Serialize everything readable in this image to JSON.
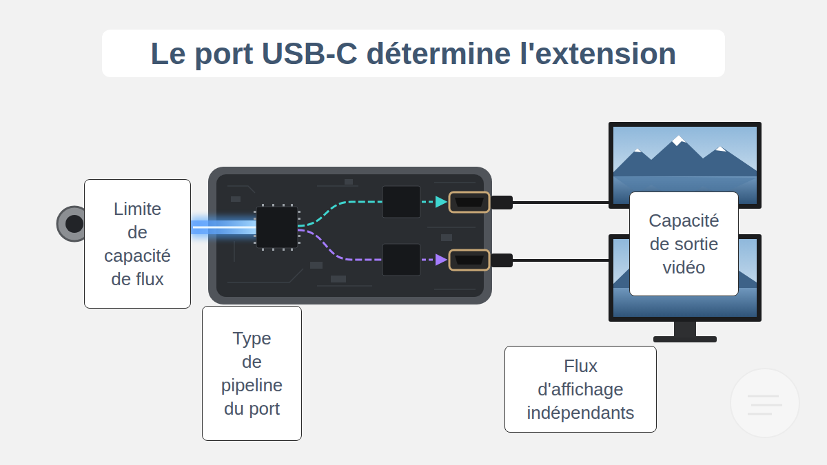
{
  "diagram": {
    "title": "Le port USB-C détermine l'extension",
    "nodes": [
      {
        "text": [
          "Limite de capacité de flux"
        ]
      },
      {
        "text": [
          "Capacité de sortie vidéo"
        ]
      },
      {
        "text": [
          "Type de pipeline du port"
        ]
      },
      {
        "text": [
          "Flux d'affichage indépendants"
        ]
      }
    ]
  }
}
